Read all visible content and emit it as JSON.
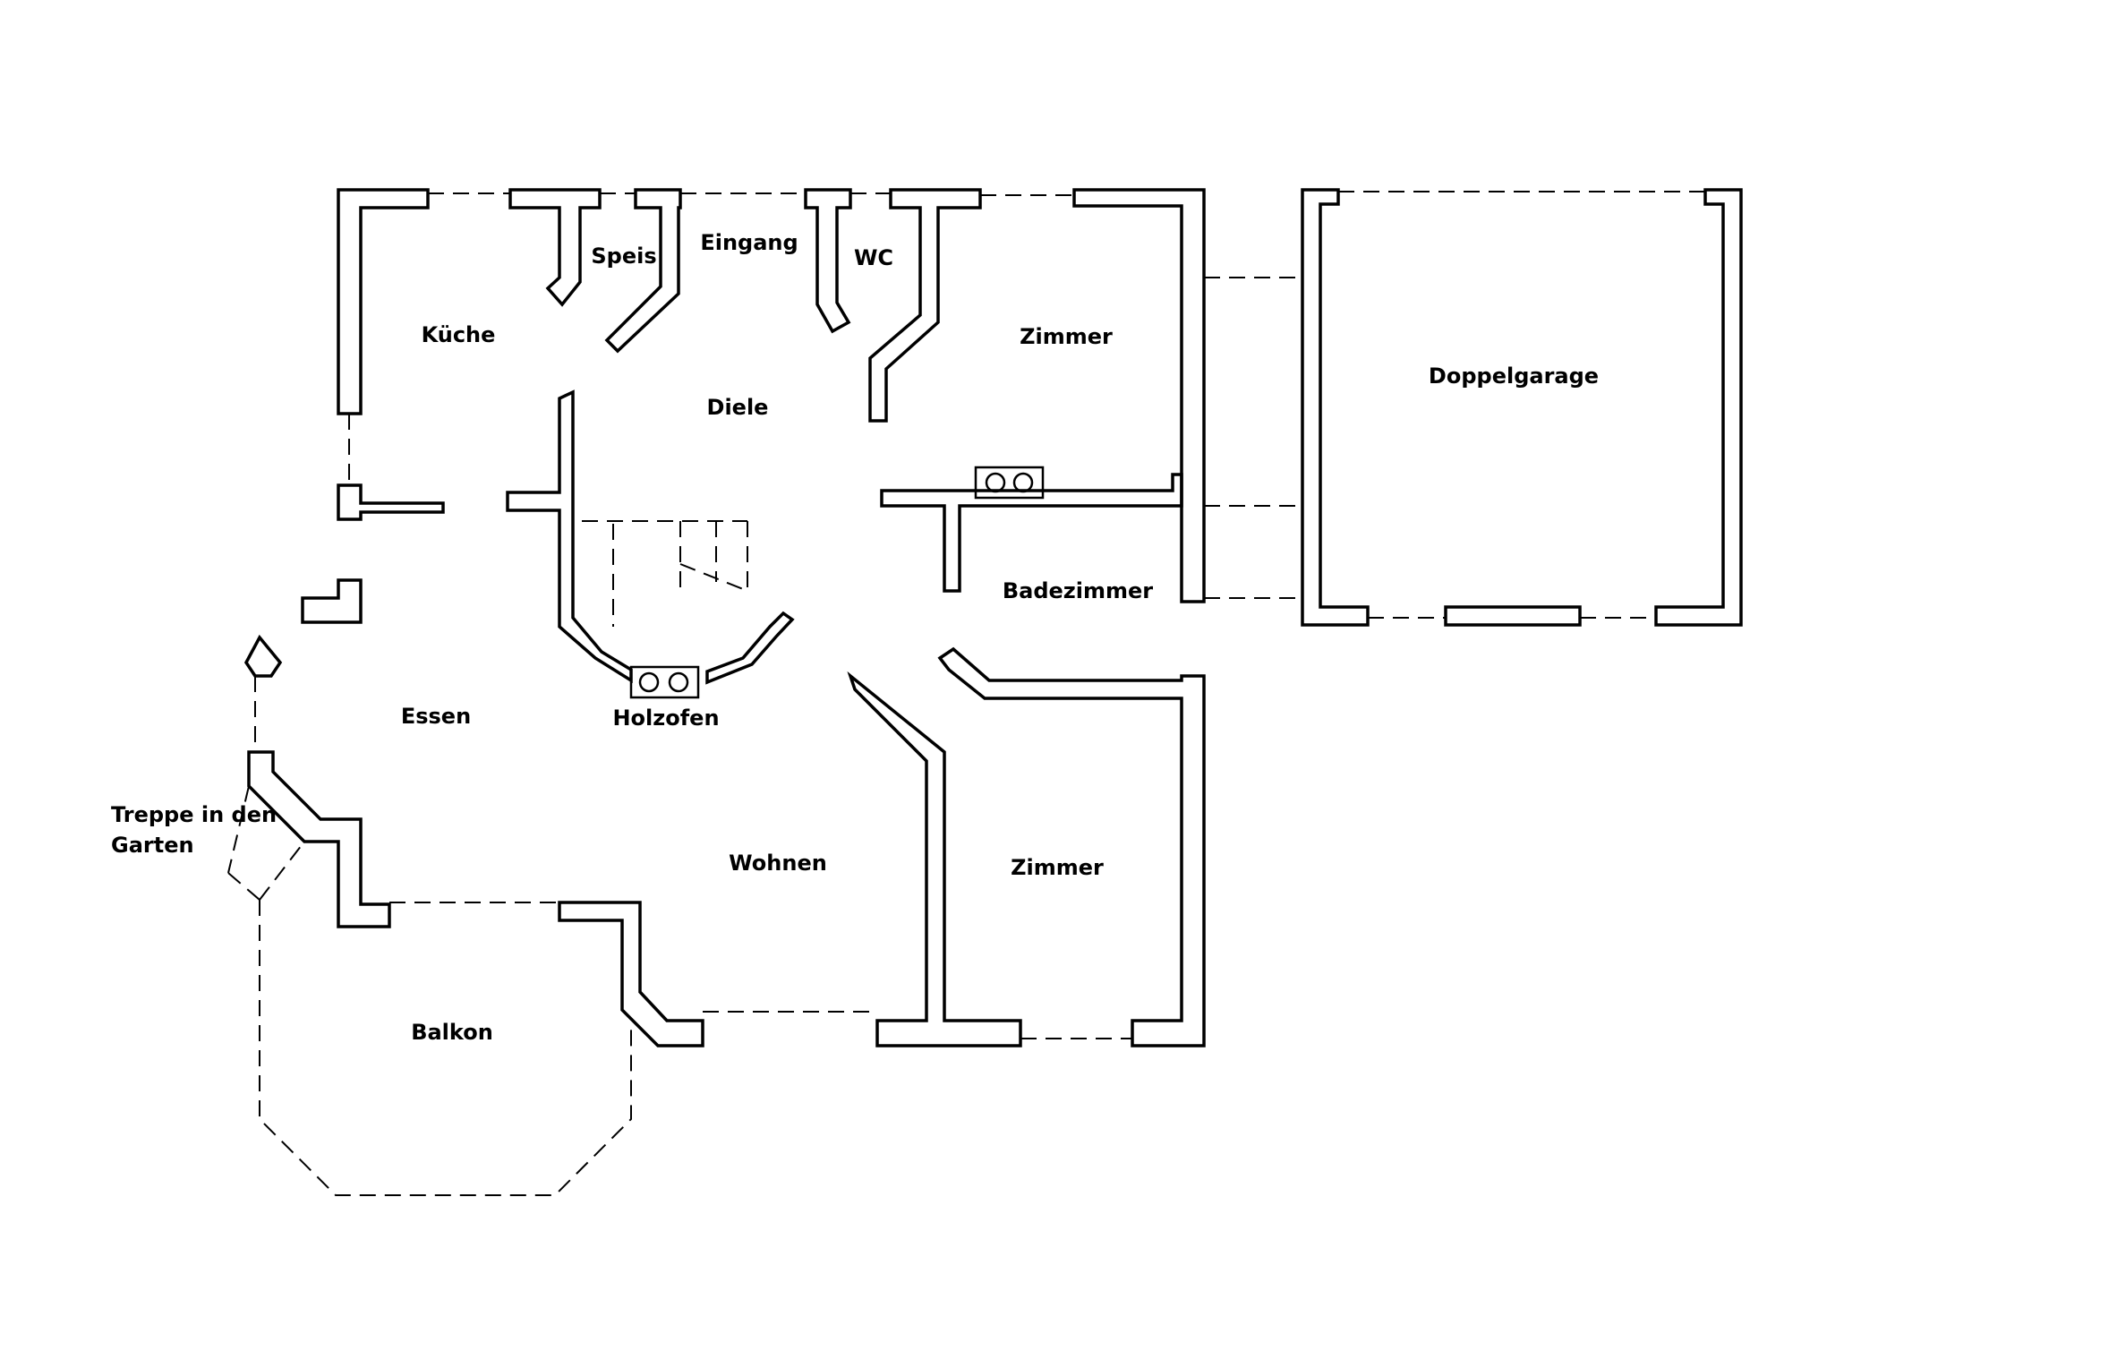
{
  "rooms": {
    "kueche": "Küche",
    "speis": "Speis",
    "eingang": "Eingang",
    "wc": "WC",
    "zimmer_top": "Zimmer",
    "doppelgarage": "Doppelgarage",
    "diele": "Diele",
    "badezimmer": "Badezimmer",
    "essen": "Essen",
    "holzofen": "Holzofen",
    "treppe_line1": "Treppe in den",
    "treppe_line2": "Garten",
    "wohnen": "Wohnen",
    "zimmer_bottom": "Zimmer",
    "balkon": "Balkon"
  }
}
